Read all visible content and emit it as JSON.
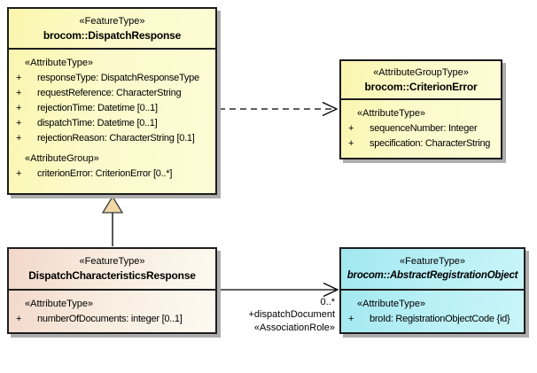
{
  "diagram": {
    "colors": {
      "class_yellow": "#fcfacb",
      "class_pink": "#f4ddd1",
      "class_cyan": "#aeedf3",
      "generalization_triangle": "#f1d7a4",
      "border": "#1d1d1d",
      "shadow": "#adadad"
    },
    "boxes": {
      "dispatchResponse": {
        "stereotype": "«FeatureType»",
        "name": "brocom::DispatchResponse",
        "sections": [
          {
            "label": "«AttributeType»",
            "attrs": [
              {
                "vis": "+",
                "text": "responseType: DispatchResponseType"
              },
              {
                "vis": "+",
                "text": "requestReference: CharacterString"
              },
              {
                "vis": "+",
                "text": "rejectionTime: Datetime [0..1]"
              },
              {
                "vis": "+",
                "text": "dispatchTime: Datetime [0..1]"
              },
              {
                "vis": "+",
                "text": "rejectionReason: CharacterString [0.1]"
              }
            ]
          },
          {
            "label": "«AttributeGroup»",
            "attrs": [
              {
                "vis": "+",
                "text": "criterionError: CriterionError [0..*]"
              }
            ]
          }
        ]
      },
      "criterionError": {
        "stereotype": "«AttributeGroupType»",
        "name": "brocom::CriterionError",
        "sections": [
          {
            "label": "«AttributeType»",
            "attrs": [
              {
                "vis": "+",
                "text": "sequenceNumber: Integer"
              },
              {
                "vis": "+",
                "text": "specification: CharacterString"
              }
            ]
          }
        ]
      },
      "dispatchCharacteristicsResponse": {
        "stereotype": "«FeatureType»",
        "name": "DispatchCharacteristicsResponse",
        "sections": [
          {
            "label": "«AttributeType»",
            "attrs": [
              {
                "vis": "+",
                "text": "numberOfDocuments: integer [0..1]"
              }
            ]
          }
        ]
      },
      "abstractRegistrationObject": {
        "stereotype": "«FeatureType»",
        "name": "brocom::AbstractRegistrationObject",
        "sections": [
          {
            "label": "«AttributeType»",
            "attrs": [
              {
                "vis": "+",
                "text": "broId: RegistrationObjectCode {id}"
              }
            ]
          }
        ]
      }
    },
    "connectors": {
      "association": {
        "multiplicity": "0..*",
        "role": "+dispatchDocument",
        "stereotype": "«AssociationRole»"
      }
    }
  }
}
